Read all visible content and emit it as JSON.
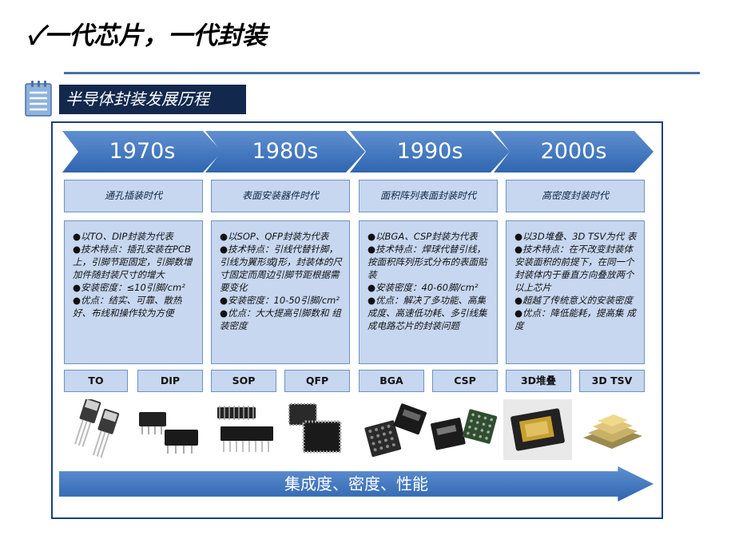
{
  "title": "✓一代芯片，一代封装",
  "section_header": "半导体封装发展历程",
  "eras": [
    {
      "year": "1970s",
      "label": "通孔插装时代",
      "items": [
        "●以TO、DIP封装为代表",
        "●技术特点：插孔安装在PCB上，引脚节距固定，引脚数增加件随封装尺寸的增大",
        "●安装密度：≤10引脚/cm²",
        "●优点：结实、可靠、散热 好、布线和操作较为方便"
      ],
      "tags": [
        "TO",
        "DIP"
      ]
    },
    {
      "year": "1980s",
      "label": "表面安装器件时代",
      "items": [
        "●以SOP、QFP封装为代表",
        "●技术特点：引线代替针脚，引线为翼形或J形，封装体的尺寸固定而周边引脚节距根据需要变化",
        "●安装密度：10-50引脚/cm²",
        "●优点：大大提高引脚数和 组装密度"
      ],
      "tags": [
        "SOP",
        "QFP"
      ]
    },
    {
      "year": "1990s",
      "label": "面积阵列表面封装时代",
      "items": [
        "●以BGA、CSP封装为代表",
        "●技术特点：焊球代替引线，按面积阵列形式分布的表面贴装",
        "●安装密度：40-60脚/cm²",
        "●优点：解决了多功能、高集成度、高速低功耗、多引线集成电路芯片的封装问题"
      ],
      "tags": [
        "BGA",
        "CSP"
      ]
    },
    {
      "year": "2000s",
      "label": "高密度封装时代",
      "items": [
        "●以3D堆叠、3D TSV为代 表",
        "●技术特点：在不改变封装体安装面积的前提下，在同一个封装体内于垂直方向叠放两个以上芯片",
        "●超越了传统意义的安装密度",
        "●优点：降低能耗，提高集 成度"
      ],
      "tags": [
        "3D堆叠",
        "3D TSV"
      ]
    }
  ],
  "bottom_arrow": "集成度、密度、性能",
  "colors": {
    "accent": "#2f66b0",
    "header_bg": "#13284d",
    "panel_bg": "#c6d7ef",
    "frame_border": "#1d3f78"
  },
  "chip_images": [
    "to-transistor",
    "dip-package",
    "sop-package",
    "qfp-package",
    "bga-package",
    "csp-package",
    "3d-stacked-chip",
    "3d-tsv-chip"
  ]
}
